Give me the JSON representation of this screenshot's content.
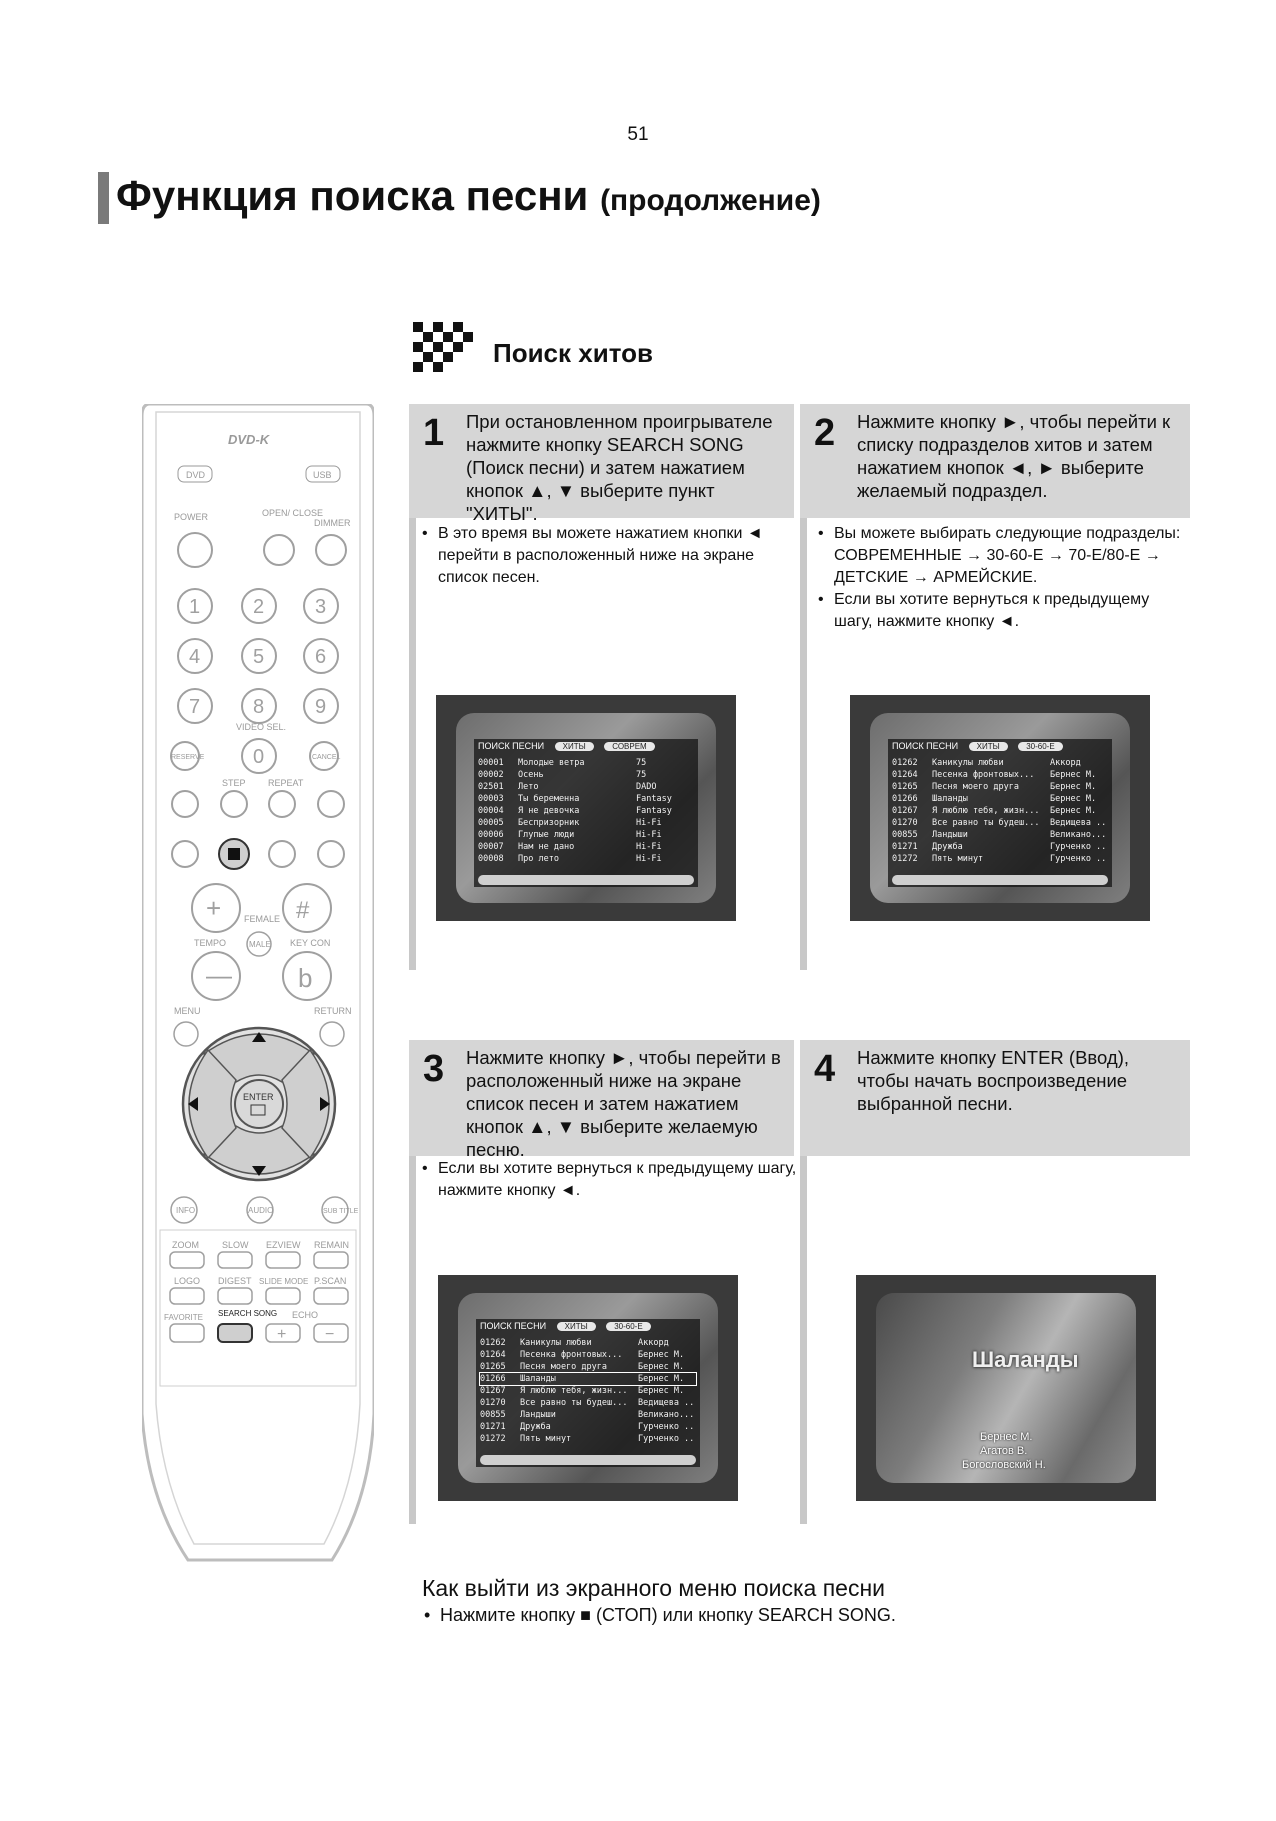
{
  "page_number": "51",
  "title": {
    "main": "Функция поиска песни",
    "sub": "(продолжение)"
  },
  "section": {
    "title": "Поиск хитов"
  },
  "remote": {
    "brand": "DVD-K",
    "top_buttons": [
      "DVD",
      "USB"
    ],
    "labels": {
      "power": "POWER",
      "open_close": "OPEN/ CLOSE",
      "dimmer": "DIMMER",
      "video_sel": "VIDEO SEL.",
      "reserve": "RESERVE",
      "cancel": "CANCEL",
      "step": "STEP",
      "repeat": "REPEAT",
      "female": "FEMALE",
      "tempo": "TEMPO",
      "male": "MALE",
      "key_con": "KEY CON",
      "menu": "MENU",
      "return": "RETURN",
      "enter": "ENTER",
      "info": "INFO",
      "audio": "AUDIO",
      "sub_title": "SUB TITLE",
      "zoom": "ZOOM",
      "slow": "SLOW",
      "ezview": "EZVIEW",
      "remain": "REMAIN",
      "logo": "LOGO",
      "digest": "DIGEST",
      "slide_mode": "SLIDE MODE",
      "p_scan": "P.SCAN",
      "favorite": "FAVORITE",
      "search_song": "SEARCH SONG",
      "echo": "ECHO"
    },
    "digits": [
      "1",
      "2",
      "3",
      "4",
      "5",
      "6",
      "7",
      "8",
      "9",
      "0"
    ]
  },
  "steps": [
    {
      "number": "1",
      "text": "При остановленном проигрывателе нажмите кнопку SEARCH SONG (Поиск песни) и затем нажатием кнопок ▲, ▼ выберите пункт \"ХИТЫ\".",
      "bullets": [
        "В это время вы можете нажатием кнопки ◄ перейти в расположенный ниже на экране список песен."
      ]
    },
    {
      "number": "2",
      "text": "Нажмите кнопку ►, чтобы перейти к списку подразделов хитов и затем нажатием кнопок ◄, ► выберите желаемый подраздел.",
      "bullets": [
        "Вы можете выбирать следующие подразделы: СОВРЕМЕННЫЕ → 30-60-Е → 70-Е/80-Е → ДЕТСКИЕ → АРМЕЙСКИЕ.",
        "Если вы хотите вернуться к предыдущему шагу, нажмите кнопку ◄."
      ]
    },
    {
      "number": "3",
      "text": "Нажмите кнопку ►, чтобы перейти в расположенный ниже на экране список песен и затем нажатием кнопок ▲, ▼ выберите желаемую песню.",
      "bullets": [
        "Если вы хотите вернуться к предыдущему шагу, нажмите кнопку ◄."
      ]
    },
    {
      "number": "4",
      "text": "Нажмите кнопку ENTER (Ввод), чтобы начать воспроизведение выбранной песни.",
      "bullets": []
    }
  ],
  "screens": {
    "s1": {
      "header": "ПОИСК ПЕСНИ",
      "tabs": [
        "ХИТЫ",
        "СОВРЕМ"
      ],
      "rows": [
        [
          "00001",
          "Молодые ветра",
          "75"
        ],
        [
          "00002",
          "Осень",
          "75"
        ],
        [
          "02501",
          "Лето",
          "DADO"
        ],
        [
          "00003",
          "Ты беременна",
          "Fantasy"
        ],
        [
          "00004",
          "Я не девочка",
          "Fantasy"
        ],
        [
          "00005",
          "Беспризорник",
          "Hi-Fi"
        ],
        [
          "00006",
          "Глупые люди",
          "Hi-Fi"
        ],
        [
          "00007",
          "Нам не дано",
          "Hi-Fi"
        ],
        [
          "00008",
          "Про лето",
          "Hi-Fi"
        ]
      ]
    },
    "s2": {
      "header": "ПОИСК ПЕСНИ",
      "tabs": [
        "ХИТЫ",
        "30-60-Е"
      ],
      "rows": [
        [
          "01262",
          "Каникулы любви",
          "Аккорд"
        ],
        [
          "01264",
          "Песенка фронтовых...",
          "Бернес М."
        ],
        [
          "01265",
          "Песня моего друга",
          "Бернес М."
        ],
        [
          "01266",
          "Шаланды",
          "Бернес М."
        ],
        [
          "01267",
          "Я люблю тебя, жизн...",
          "Бернес М."
        ],
        [
          "01270",
          "Все равно ты будеш...",
          "Ведищева ..."
        ],
        [
          "00855",
          "Ландыши",
          "Великано..."
        ],
        [
          "01271",
          "Дружба",
          "Гурченко ..."
        ],
        [
          "01272",
          "Пять минут",
          "Гурченко ..."
        ]
      ]
    },
    "s3": {
      "header": "ПОИСК ПЕСНИ",
      "tabs": [
        "ХИТЫ",
        "30-60-Е"
      ],
      "rows": [
        [
          "01262",
          "Каникулы любви",
          "Аккорд"
        ],
        [
          "01264",
          "Песенка фронтовых...",
          "Бернес М."
        ],
        [
          "01265",
          "Песня моего друга",
          "Бернес М."
        ],
        [
          "01266",
          "Шаланды",
          "Бернес М."
        ],
        [
          "01267",
          "Я люблю тебя, жизн...",
          "Бернес М."
        ],
        [
          "01270",
          "Все равно ты будеш...",
          "Ведищева ..."
        ],
        [
          "00855",
          "Ландыши",
          "Великано..."
        ],
        [
          "01271",
          "Дружба",
          "Гурченко ..."
        ],
        [
          "01272",
          "Пять минут",
          "Гурченко ..."
        ]
      ],
      "selected_row": 3
    },
    "s4": {
      "song": "Шаланды",
      "credits": [
        "Бернес М.",
        "Агатов В.",
        "Богословский Н."
      ]
    }
  },
  "exit": {
    "title": "Как выйти из экранного меню поиска песни",
    "bullet": "Нажмите кнопку ■ (СТОП) или кнопку SEARCH SONG."
  }
}
